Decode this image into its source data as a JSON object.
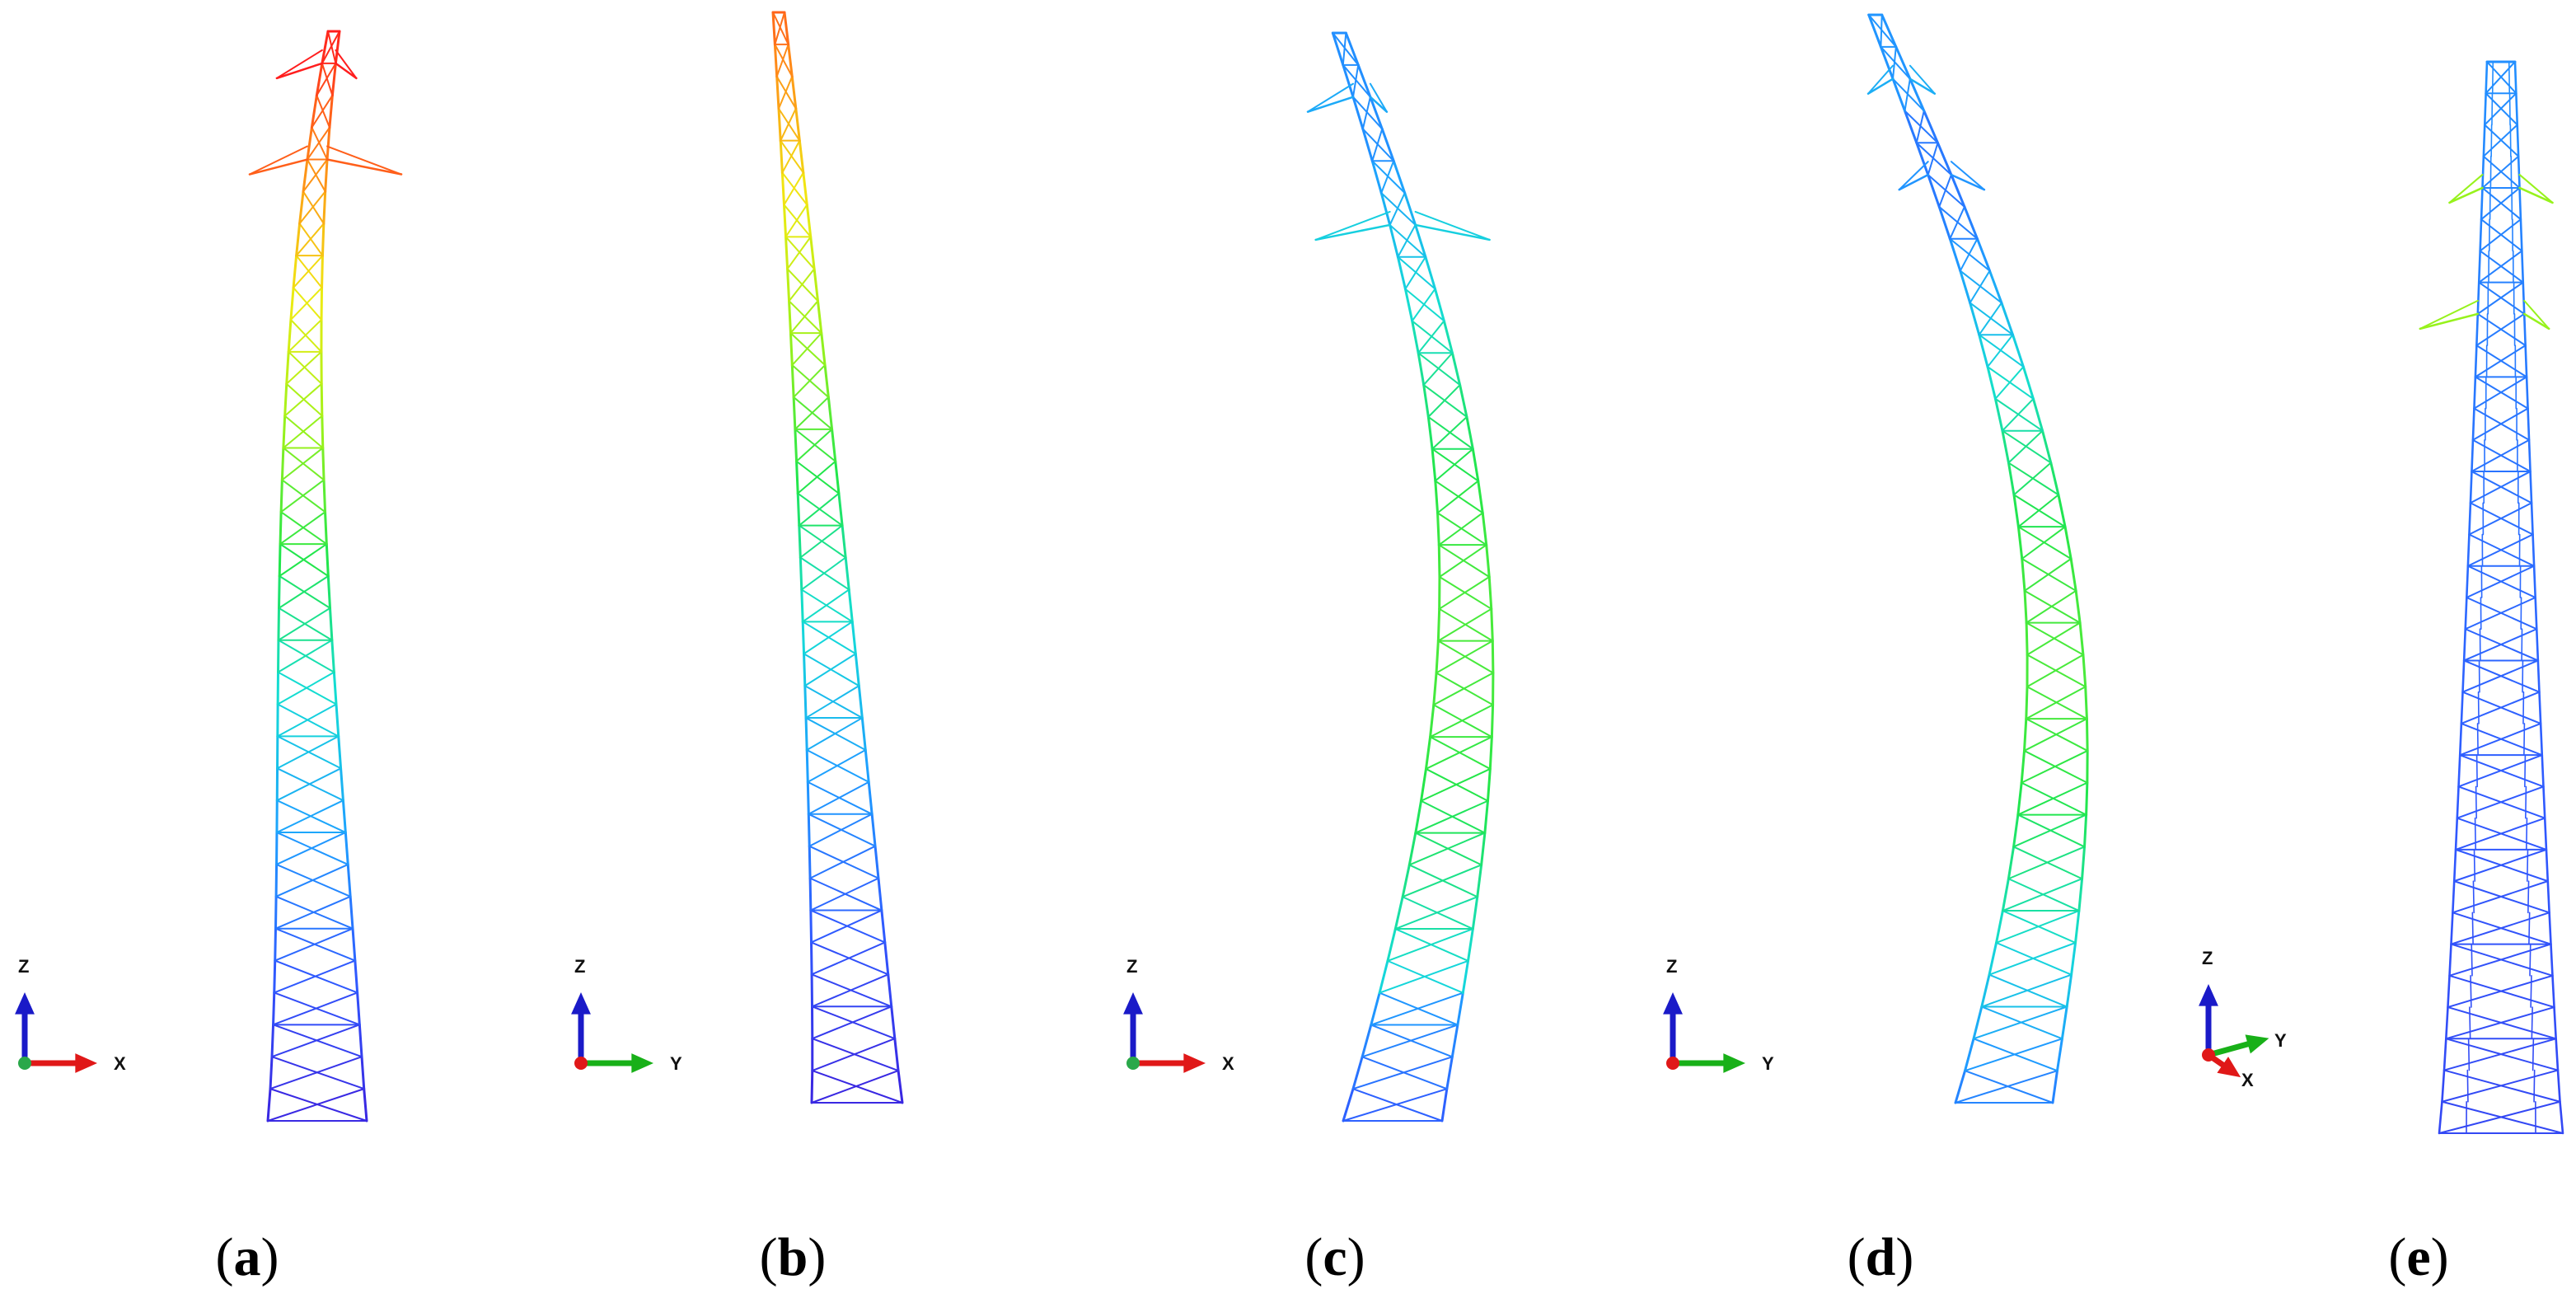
{
  "figure": {
    "panels": [
      {
        "id": "a",
        "label": "a",
        "axes": {
          "vertical": "Z",
          "horizontal": "X",
          "depth": ""
        },
        "deform": "bend-left-tip-right",
        "palette": "full"
      },
      {
        "id": "b",
        "label": "b",
        "axes": {
          "vertical": "Z",
          "horizontal": "Y",
          "depth": ""
        },
        "deform": "bend-right",
        "palette": "full"
      },
      {
        "id": "c",
        "label": "c",
        "axes": {
          "vertical": "Z",
          "horizontal": "X",
          "depth": ""
        },
        "deform": "s-curve",
        "palette": "mid"
      },
      {
        "id": "d",
        "label": "d",
        "axes": {
          "vertical": "Z",
          "horizontal": "Y",
          "depth": ""
        },
        "deform": "s-curve-rev",
        "palette": "mid"
      },
      {
        "id": "e",
        "label": "e",
        "axes": {
          "vertical": "Z",
          "horizontal": "Y",
          "depth": "X"
        },
        "deform": "torsion",
        "palette": "blue"
      }
    ],
    "colors": {
      "ramp": [
        "#3a24e0",
        "#2f5bff",
        "#1ea0ff",
        "#14dcd6",
        "#22e64a",
        "#9cf21a",
        "#f0ea12",
        "#ff8a18",
        "#ff1e1e"
      ],
      "axis_z": "#1a1ac8",
      "axis_x": "#e01818",
      "axis_y": "#18b018",
      "origin": "#2aa84a"
    }
  }
}
